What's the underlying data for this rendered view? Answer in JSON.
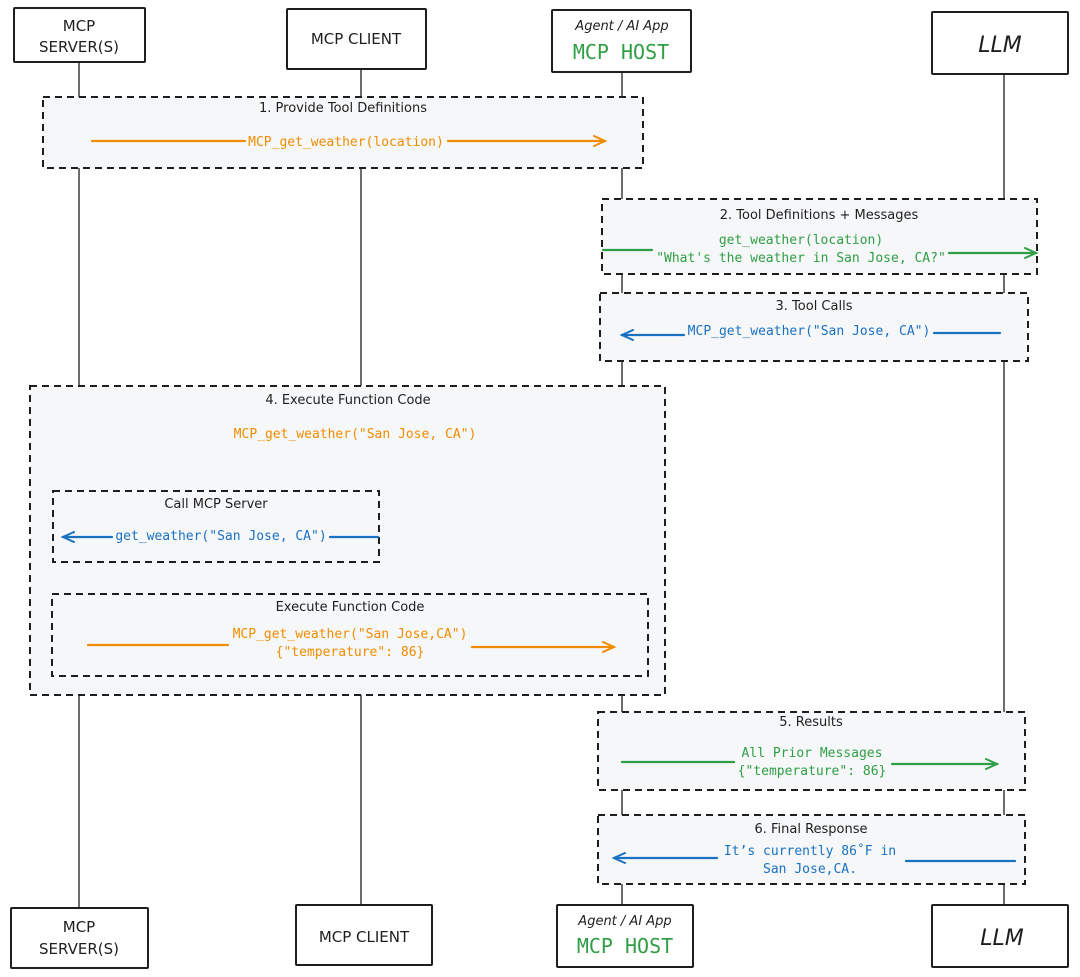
{
  "actors": {
    "server": {
      "line1": "MCP",
      "line2": "SERVER(S)"
    },
    "client": {
      "label": "MCP CLIENT"
    },
    "host": {
      "sub": "Agent / AI App",
      "label": "MCP HOST"
    },
    "llm": {
      "label": "LLM"
    }
  },
  "steps": {
    "s1": {
      "title": "1. Provide Tool Definitions",
      "msg": "MCP_get_weather(location)"
    },
    "s2": {
      "title": "2. Tool Definitions + Messages",
      "msg1": "get_weather(location)",
      "msg2": "\"What's the weather in San Jose, CA?\""
    },
    "s3": {
      "title": "3. Tool Calls",
      "msg": "MCP_get_weather(\"San Jose, CA\")"
    },
    "s4": {
      "title": "4. Execute Function Code",
      "msg": "MCP_get_weather(\"San Jose, CA\")",
      "sub1": {
        "title": "Call MCP Server",
        "msg": "get_weather(\"San Jose, CA\")"
      },
      "sub2": {
        "title": "Execute Function Code",
        "msg1": "MCP_get_weather(\"San Jose,CA\")",
        "msg2": "{\"temperature\": 86}"
      }
    },
    "s5": {
      "title": "5. Results",
      "msg1": "All Prior Messages",
      "msg2": "{\"temperature\": 86}"
    },
    "s6": {
      "title": "6. Final Response",
      "msg1": "It’s currently 86˚F in",
      "msg2": "San Jose,CA."
    }
  },
  "colors": {
    "orange": "#f08c00",
    "green": "#2f9e44",
    "blue": "#1971c2",
    "ink": "#1e1e1e"
  }
}
